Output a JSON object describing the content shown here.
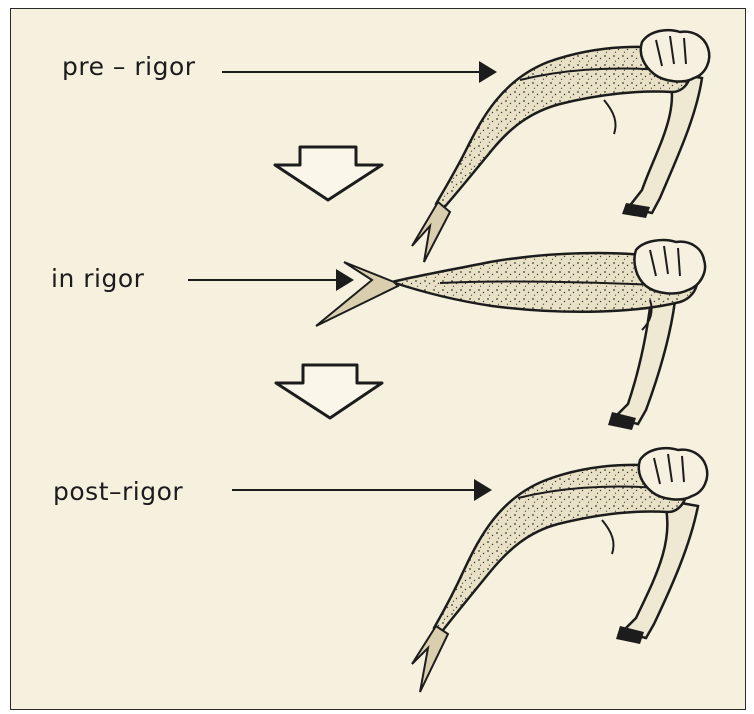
{
  "diagram": {
    "stages": [
      {
        "id": "pre",
        "label": "pre – rigor"
      },
      {
        "id": "in",
        "label": "in  rigor"
      },
      {
        "id": "post",
        "label": "post–rigor"
      }
    ],
    "colors": {
      "paper": "#f6f1df",
      "ink": "#1c1c1c",
      "fish_fill": "#e9e1c6"
    },
    "icons": [
      "hand-icon",
      "down-arrow-icon"
    ]
  }
}
